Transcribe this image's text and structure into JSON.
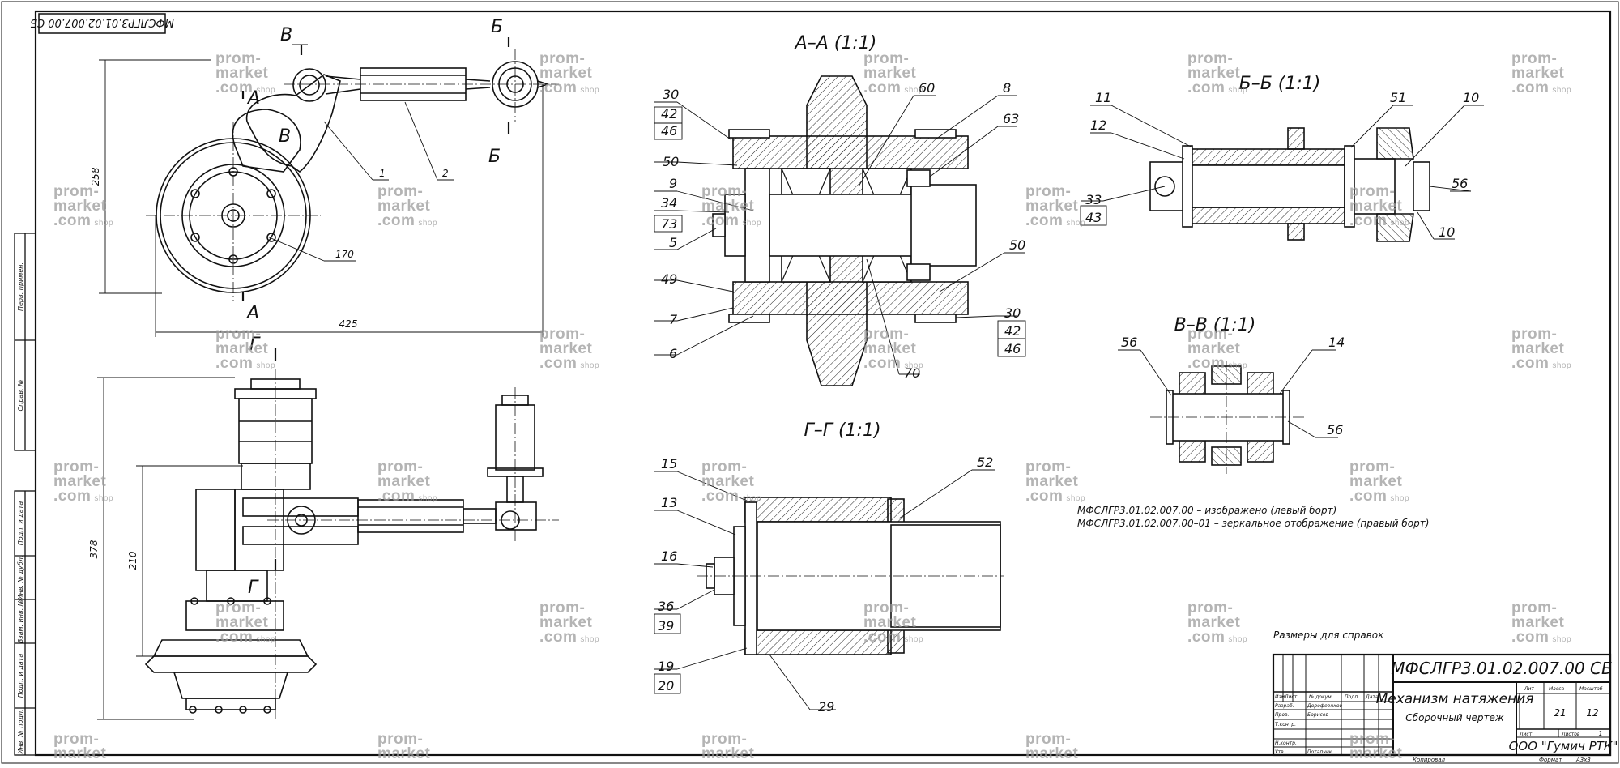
{
  "sheet": {
    "doc_code_rotated": "МФСЛГР3.01.02.007.00 СБ",
    "watermark": {
      "line1": "prom-",
      "line2": "market",
      "line3": ".com",
      "suffix": "shop"
    }
  },
  "views": {
    "section_aa": "А–А (1:1)",
    "section_bb": "Б–Б (1:1)",
    "section_vv": "В–В (1:1)",
    "section_gg": "Г–Г (1:1)"
  },
  "cut_marks": {
    "a": "А",
    "b": "Б",
    "v": "В",
    "g": "Г"
  },
  "dimensions": {
    "d258": "258",
    "d425": "425",
    "d378": "378",
    "d210": "210"
  },
  "callouts": {
    "p1": "1",
    "p2": "2",
    "p170": "170",
    "aa": [
      "30",
      "42",
      "46",
      "50",
      "9",
      "34",
      "73",
      "5",
      "49",
      "7",
      "6",
      "60",
      "8",
      "63",
      "50",
      "30",
      "42",
      "46",
      "70"
    ],
    "bb": [
      "11",
      "12",
      "33",
      "43",
      "51",
      "10",
      "56",
      "10"
    ],
    "vv": [
      "56",
      "14",
      "56"
    ],
    "gg": [
      "15",
      "13",
      "16",
      "36",
      "39",
      "19",
      "20",
      "29",
      "52"
    ]
  },
  "notes": {
    "line1": "МФСЛГР3.01.02.007.00 – изображено (левый борт)",
    "line2": "МФСЛГР3.01.02.007.00–01 – зеркальное отображение (правый борт)",
    "reference": "Размеры для справок"
  },
  "left_strip": [
    "Перв. примен.",
    "Справ. №",
    "Подп. и дата",
    "Инв. № дубл.",
    "Взам. инв. №",
    "Подп. и дата",
    "Инв. № подл."
  ],
  "title_block": {
    "designation": "МФСЛГР3.01.02.007.00 СБ",
    "name": "Механизм натяжения",
    "doc_type": "Сборочный чертеж",
    "headers": {
      "izm": "Изм",
      "list": "Лист",
      "ndoc": "№ докум.",
      "podp": "Подп.",
      "data": "Дата",
      "lit": "Лит",
      "mass": "Масса",
      "scale": "Масштаб"
    },
    "roles": {
      "razrab": "Разраб.",
      "prov": "Пров.",
      "tkontr": "Т.контр.",
      "nkontr": "Н.контр.",
      "utv": "Утв."
    },
    "names": {
      "razrab": "Дорофеенков",
      "prov": "Борисов",
      "utv": "Потапчик"
    },
    "mass": "21",
    "scale": "12",
    "sheet_label": "Лист",
    "sheets_label": "Листов",
    "sheets_value": "1",
    "company": "ООО \"Гумич РТК\"",
    "copied": "Копировал",
    "format_label": "Формат",
    "format_value": "А3x3"
  }
}
